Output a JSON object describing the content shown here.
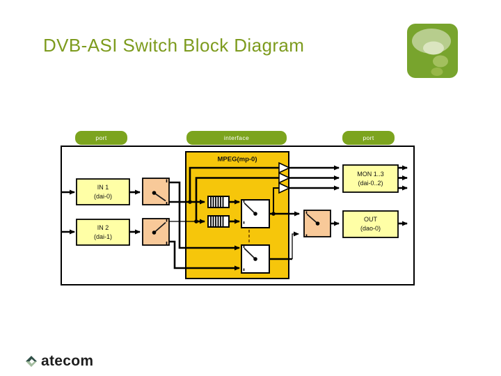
{
  "slide": {
    "title": "DVB-ASI Switch Block Diagram",
    "brand": "atecom"
  },
  "diagram": {
    "labels": {
      "left_port": "port",
      "interface": "interface",
      "right_port": "port"
    },
    "blocks": {
      "in1": {
        "line1": "IN 1",
        "line2": "(dai-0)"
      },
      "in2": {
        "line1": "IN 2",
        "line2": "(dai-1)"
      },
      "mpeg": {
        "label": "MPEG(mp-0)"
      },
      "mon": {
        "line1": "MON 1..3",
        "line2": "(dai-0..2)"
      },
      "out": {
        "line1": "OUT",
        "line2": "(dao-0)"
      }
    },
    "icons": {
      "brand_logo": "bubbles-question-logo",
      "footer_mark": "diamond-facet-icon",
      "buffer": "triangle-buffer-icon",
      "queue": "fifo-queue-icon",
      "switch": "selector-switch-icon"
    }
  },
  "colors": {
    "title_green": "#7d9b1e",
    "pill_green": "#7ca41e",
    "logo_green": "#78a42d",
    "logo_bubble_light": "#b7cd8d",
    "logo_bubble_lighter": "#dbe5c0",
    "io_box_yellow": "#ffffa6",
    "switch_peach": "#f8c999",
    "mpeg_amber": "#f6c60b",
    "dash_brown": "#8a5e00",
    "line_black": "#000000"
  }
}
